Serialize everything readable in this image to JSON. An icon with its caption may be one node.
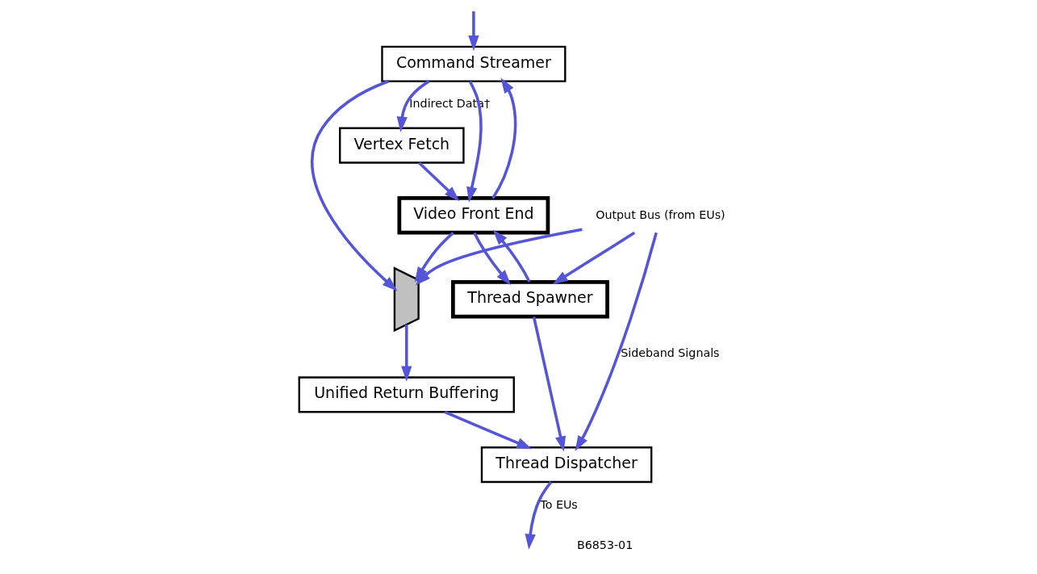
{
  "diagram": {
    "nodes": [
      {
        "text": [
          "Command Streamer"
        ]
      },
      {
        "text": [
          "Vertex Fetch"
        ]
      },
      {
        "text": [
          "Video Front End"
        ]
      },
      {
        "text": [
          "Thread Spawner"
        ]
      },
      {
        "text": [
          "Thread Dispatcher"
        ]
      },
      {
        "text": [],
        "shape": "trapezoid"
      },
      {
        "text": [
          "Unified Return Buffering"
        ]
      },
      {
        "text": [
          "Output Bus (from EUs)"
        ]
      }
    ],
    "edges": [
      {
        "from": null,
        "to": 0,
        "arrow": "to"
      },
      {
        "from": 0,
        "to": 1,
        "arrow": "to",
        "label": "Indirect Data†"
      },
      {
        "from": 0,
        "to": 2,
        "arrow": "to"
      },
      {
        "from": 2,
        "to": 0,
        "arrow": "to"
      },
      {
        "from": 1,
        "to": 2,
        "arrow": "to"
      },
      {
        "from": 2,
        "to": 3,
        "arrow": "to"
      },
      {
        "from": 3,
        "to": 2,
        "arrow": "to"
      },
      {
        "from": 0,
        "to": 5,
        "arrow": "to"
      },
      {
        "from": 2,
        "to": 5,
        "arrow": "to"
      },
      {
        "from": 7,
        "to": 3,
        "arrow": "to"
      },
      {
        "from": 7,
        "to": 5,
        "arrow": "to"
      },
      {
        "from": 3,
        "to": 4,
        "arrow": "to"
      },
      {
        "from": 5,
        "to": 6,
        "arrow": "to"
      },
      {
        "from": 6,
        "to": 4,
        "arrow": "to"
      },
      {
        "from": 7,
        "to": 4,
        "arrow": "to",
        "label": "Sideband Signals"
      },
      {
        "from": 4,
        "to": null,
        "arrow": "to",
        "label": "To EUs"
      }
    ],
    "labels": [
      "B6853-01"
    ]
  }
}
